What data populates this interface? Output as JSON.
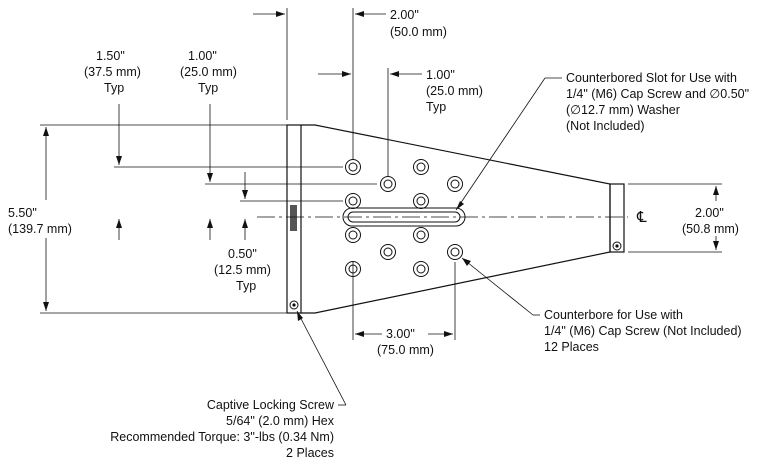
{
  "labels": {
    "dim_top_2": "2.00\"",
    "dim_top_2_mm": "(50.0 mm)",
    "dim_150": "1.50\"",
    "dim_150_mm": "(37.5 mm)",
    "dim_150_typ": "Typ",
    "dim_100": "1.00\"",
    "dim_100_mm": "(25.0 mm)",
    "dim_100_typ": "Typ",
    "dim_100b": "1.00\"",
    "dim_100b_mm": "(25.0 mm)",
    "dim_100b_typ": "Typ",
    "dim_550": "5.50\"",
    "dim_550_mm": "(139.7 mm)",
    "dim_050": "0.50\"",
    "dim_050_mm": "(12.5 mm)",
    "dim_050_typ": "Typ",
    "dim_300": "3.00\"",
    "dim_300_mm": "(75.0 mm)",
    "dim_right_2": "2.00\"",
    "dim_right_2_mm": "(50.8 mm)",
    "centerline_symbol": "℄",
    "slot_note_1": "Counterbored Slot for Use with",
    "slot_note_2": "1/4\" (M6) Cap Screw and ∅0.50\"",
    "slot_note_3": "(∅12.7 mm) Washer",
    "slot_note_4": "(Not Included)",
    "cb_note_1": "Counterbore for Use with",
    "cb_note_2": "1/4\" (M6) Cap Screw (Not Included)",
    "cb_note_3": "12 Places",
    "lock_note_1": "Captive Locking Screw",
    "lock_note_2": "5/64\" (2.0 mm) Hex",
    "lock_note_3": "Recommended Torque: 3\"-lbs (0.34 Nm)",
    "lock_note_4": "2 Places"
  }
}
